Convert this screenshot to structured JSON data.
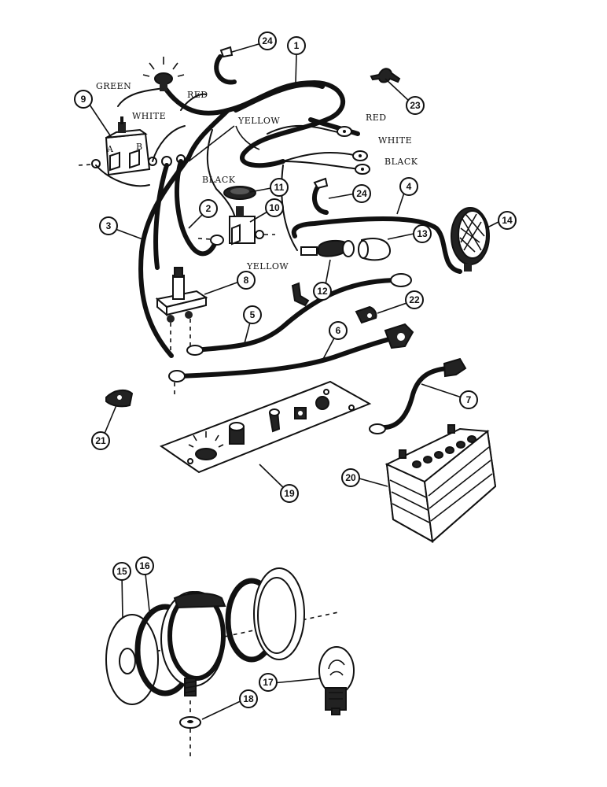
{
  "wire_labels": {
    "green": "GREEN",
    "red_left": "RED",
    "white_left": "WHITE",
    "yellow_top": "YELLOW",
    "red_right": "RED",
    "white_right": "WHITE",
    "black_right": "BLACK",
    "black_left": "BLACK",
    "yellow_bottom": "YELLOW"
  },
  "switch_terminals": {
    "a": "A",
    "b": "B"
  },
  "callouts": {
    "c1": "1",
    "c2": "2",
    "c3": "3",
    "c4": "4",
    "c5": "5",
    "c6": "6",
    "c7": "7",
    "c8": "8",
    "c9": "9",
    "c10": "10",
    "c11": "11",
    "c12": "12",
    "c13": "13",
    "c14": "14",
    "c15": "15",
    "c16": "16",
    "c17": "17",
    "c18": "18",
    "c19": "19",
    "c20": "20",
    "c21": "21",
    "c22": "22",
    "c23": "23",
    "c24a": "24",
    "c24b": "24"
  }
}
